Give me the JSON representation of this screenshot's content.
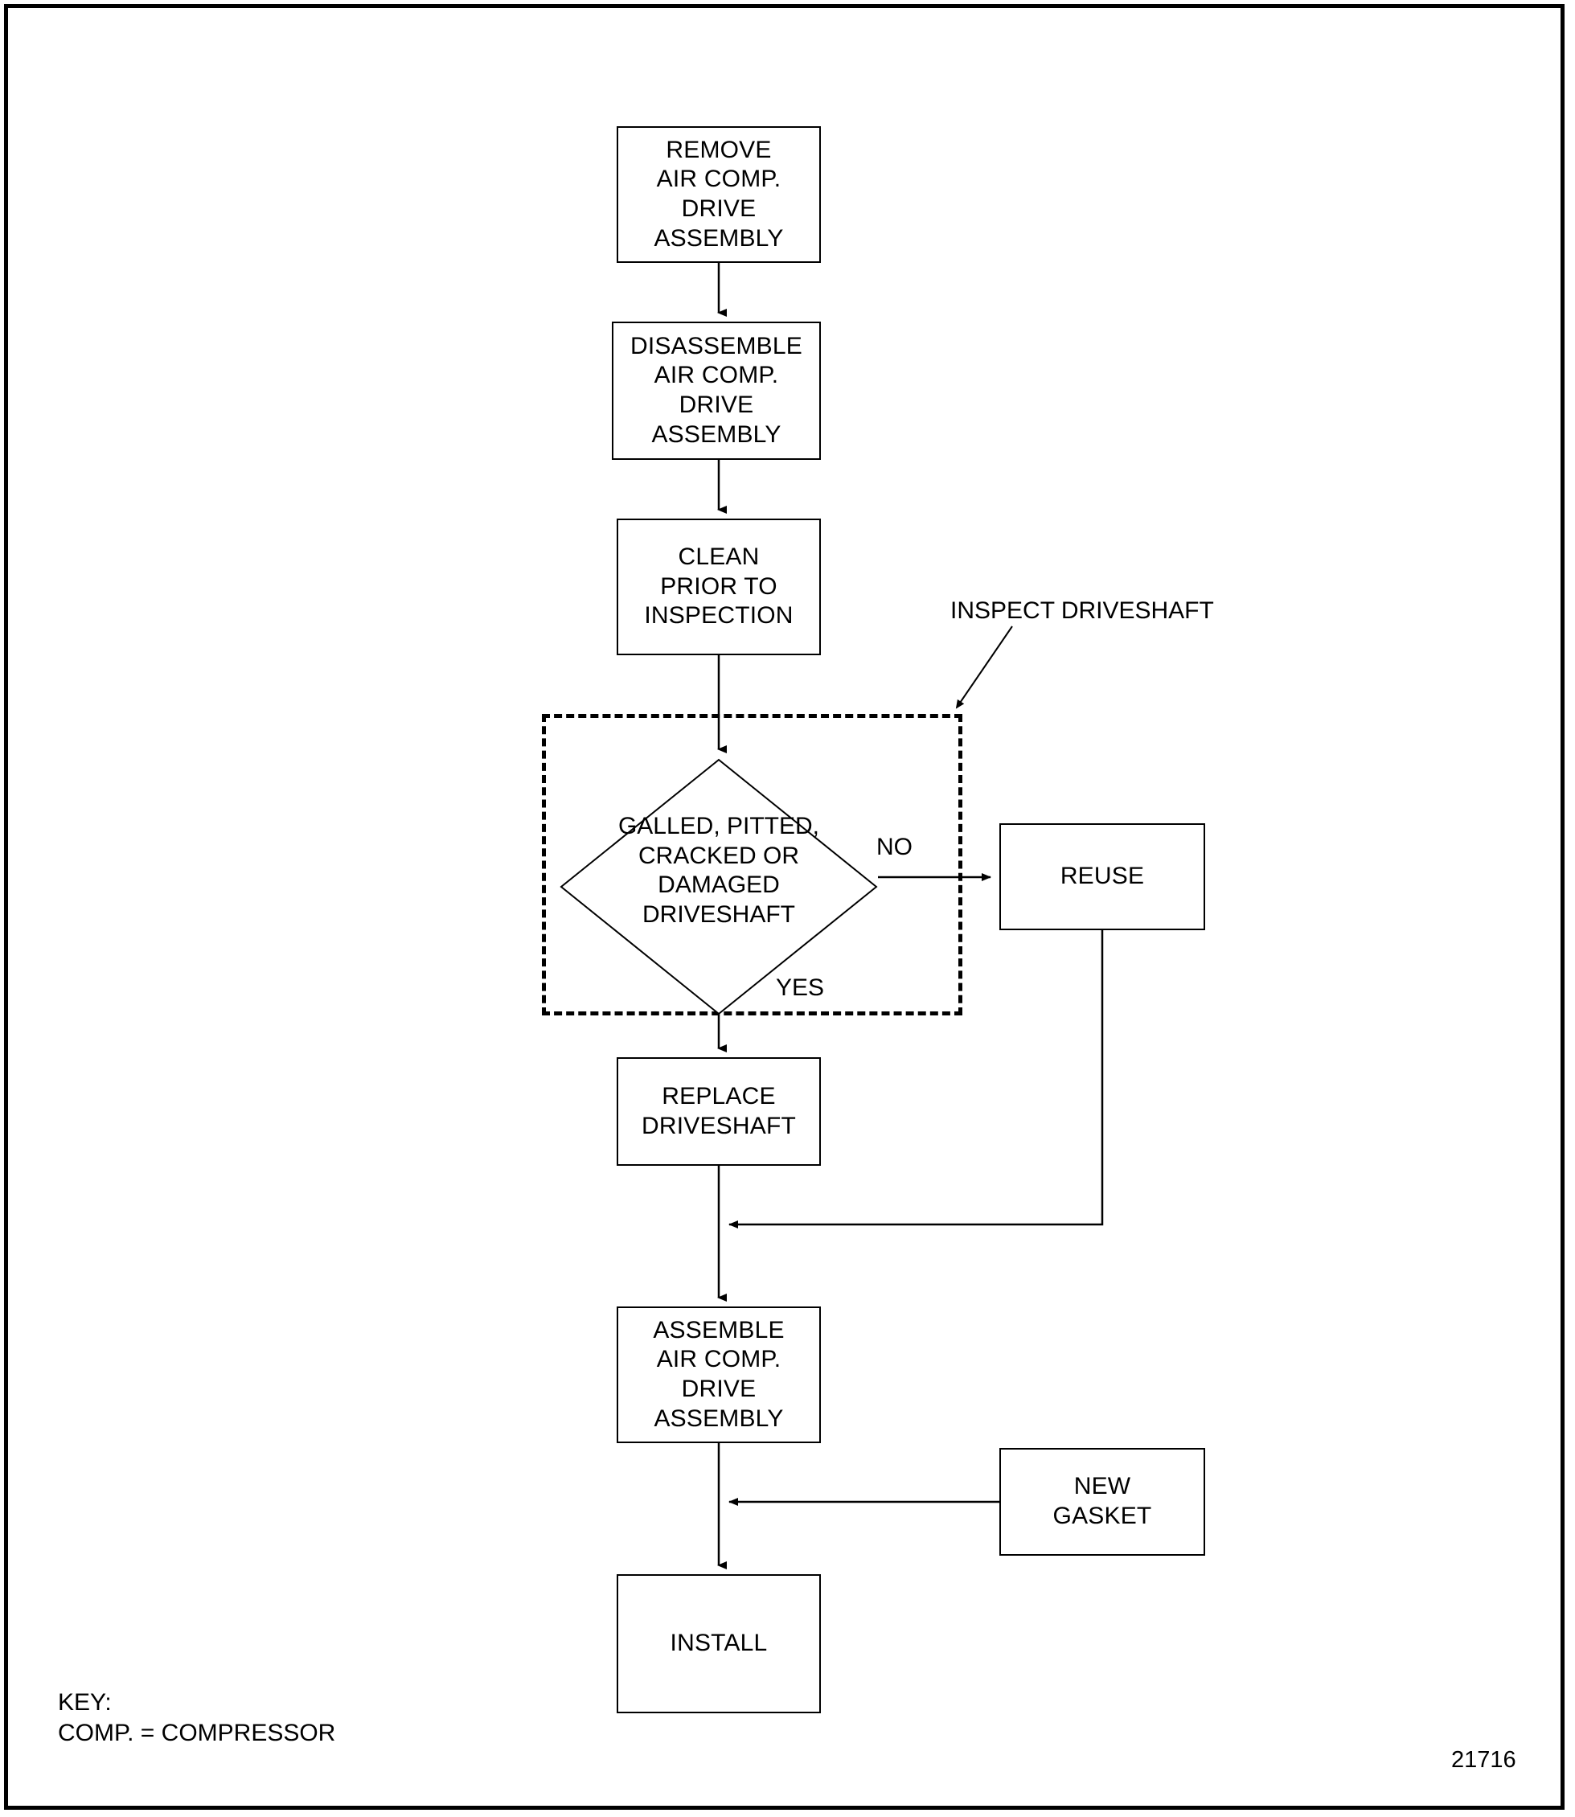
{
  "figure": {
    "number": "21716",
    "key_title": "KEY:",
    "key_entry": "COMP. = COMPRESSOR"
  },
  "annotations": {
    "inspect_callout": "INSPECT DRIVESHAFT"
  },
  "nodes": [
    {
      "id": "remove",
      "label": "REMOVE\nAIR COMP.\nDRIVE\nASSEMBLY",
      "shape": "process"
    },
    {
      "id": "disassemble",
      "label": "DISASSEMBLE\nAIR COMP.\nDRIVE\nASSEMBLY",
      "shape": "process"
    },
    {
      "id": "clean",
      "label": "CLEAN\nPRIOR TO\nINSPECTION",
      "shape": "process"
    },
    {
      "id": "decision",
      "label": "GALLED, PITTED,\nCRACKED OR\nDAMAGED\nDRIVESHAFT",
      "shape": "decision"
    },
    {
      "id": "reuse",
      "label": "REUSE",
      "shape": "process"
    },
    {
      "id": "replace",
      "label": "REPLACE\nDRIVESHAFT",
      "shape": "process"
    },
    {
      "id": "assemble",
      "label": "ASSEMBLE\nAIR COMP.\nDRIVE\nASSEMBLY",
      "shape": "process"
    },
    {
      "id": "new_gasket",
      "label": "NEW\nGASKET",
      "shape": "process"
    },
    {
      "id": "install",
      "label": "INSTALL",
      "shape": "process"
    }
  ],
  "edge_labels": {
    "no": "NO",
    "yes": "YES"
  },
  "colors": {
    "line": "#000000",
    "background": "#ffffff",
    "text": "#000000"
  },
  "chart_data": {
    "type": "flowchart",
    "title": "Air Compressor Drive Assembly Service Flow",
    "figure_number": "21716",
    "nodes": [
      {
        "id": "remove",
        "text": "REMOVE AIR COMP. DRIVE ASSEMBLY",
        "shape": "rect"
      },
      {
        "id": "disassemble",
        "text": "DISASSEMBLE AIR COMP. DRIVE ASSEMBLY",
        "shape": "rect"
      },
      {
        "id": "clean",
        "text": "CLEAN PRIOR TO INSPECTION",
        "shape": "rect"
      },
      {
        "id": "decision",
        "text": "GALLED, PITTED, CRACKED OR DAMAGED DRIVESHAFT",
        "shape": "diamond"
      },
      {
        "id": "reuse",
        "text": "REUSE",
        "shape": "rect"
      },
      {
        "id": "replace",
        "text": "REPLACE DRIVESHAFT",
        "shape": "rect"
      },
      {
        "id": "assemble",
        "text": "ASSEMBLE AIR COMP. DRIVE ASSEMBLY",
        "shape": "rect"
      },
      {
        "id": "new_gasket",
        "text": "NEW GASKET",
        "shape": "rect"
      },
      {
        "id": "install",
        "text": "INSTALL",
        "shape": "rect"
      }
    ],
    "edges": [
      {
        "from": "remove",
        "to": "disassemble",
        "label": ""
      },
      {
        "from": "disassemble",
        "to": "clean",
        "label": ""
      },
      {
        "from": "clean",
        "to": "decision",
        "label": ""
      },
      {
        "from": "decision",
        "to": "reuse",
        "label": "NO"
      },
      {
        "from": "decision",
        "to": "replace",
        "label": "YES"
      },
      {
        "from": "replace",
        "to": "assemble",
        "label": ""
      },
      {
        "from": "reuse",
        "to": "assemble",
        "label": ""
      },
      {
        "from": "new_gasket",
        "to": "install",
        "label": ""
      },
      {
        "from": "assemble",
        "to": "install",
        "label": ""
      }
    ],
    "groups": [
      {
        "id": "inspect",
        "label": "INSPECT DRIVESHAFT",
        "style": "dashed",
        "contains": [
          "decision"
        ]
      }
    ],
    "key": {
      "COMP.": "COMPRESSOR"
    }
  }
}
